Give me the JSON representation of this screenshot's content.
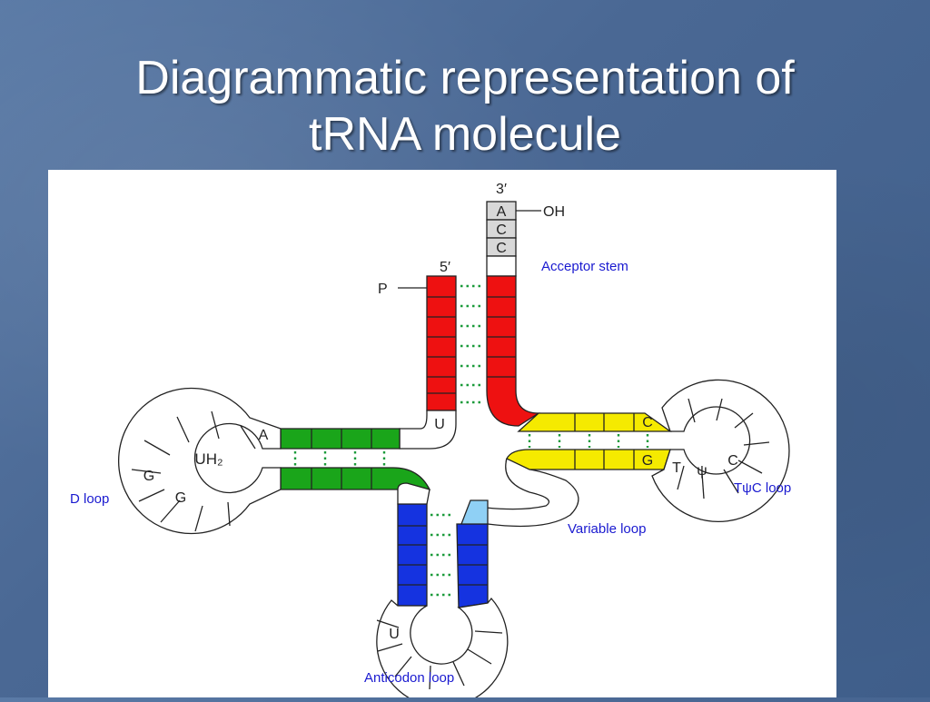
{
  "slide": {
    "title_line1": "Diagrammatic representation of",
    "title_line2": "tRNA molecule"
  },
  "diagram": {
    "end_3prime": "3′",
    "end_5prime": "5′",
    "hydroxyl": "OH",
    "phosphate": "P",
    "acceptor_bases": [
      "A",
      "C",
      "C"
    ],
    "labels": {
      "acceptor_stem": "Acceptor stem",
      "d_loop": "D loop",
      "tpsic_loop": "TψC loop",
      "variable_loop": "Variable loop",
      "anticodon_loop": "Anticodon loop"
    },
    "d_loop_bases": {
      "a": "A",
      "g1": "G",
      "g2": "G",
      "uh2": "UH₂"
    },
    "stem_u": "U",
    "tpsic_bases": {
      "c_top": "C",
      "g": "G",
      "t": "T",
      "psi": "ψ",
      "c": "C"
    },
    "anticodon_u": "U",
    "colors": {
      "acceptor": "#ee1111",
      "d_arm": "#1aa51a",
      "tpsic_arm": "#f5ea00",
      "anticodon": "#1533e0",
      "anticodon_light": "#8fd0f5",
      "label_blue": "#1a1ad0",
      "pairing": "#1a9a3a"
    }
  }
}
